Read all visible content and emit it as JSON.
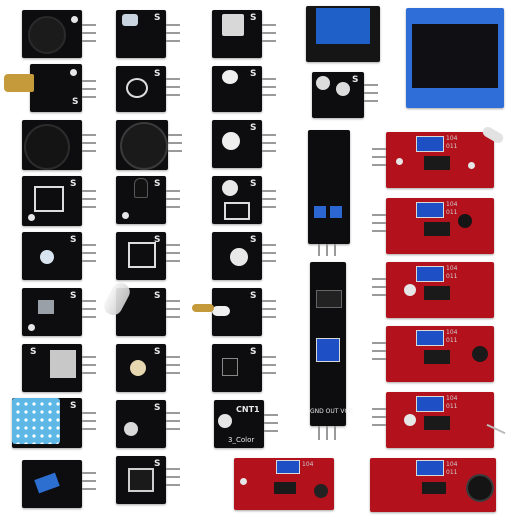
{
  "labels": {
    "s": "S",
    "minus": "-",
    "cnt1": "CNT1",
    "color": "3_Color",
    "gndoutvcc": "GND OUT VCC",
    "pot_code": "104",
    "pot_sub": "011"
  },
  "colors": {
    "background": "#ffffff",
    "board_black": "#0d0d0f",
    "board_red": "#b3111c",
    "relay_blue": "#1e5fc8",
    "oled_blue": "#2f6ed8",
    "dht_blue": "#5fb7e6",
    "pot_blue": "#1f4fc4",
    "brass": "#c49a3a"
  },
  "icons": [
    "buzzer",
    "led",
    "relay",
    "oled-display",
    "joystick",
    "reed-switch",
    "mic",
    "dht-sensor",
    "tilt-switch",
    "line-tracker"
  ]
}
